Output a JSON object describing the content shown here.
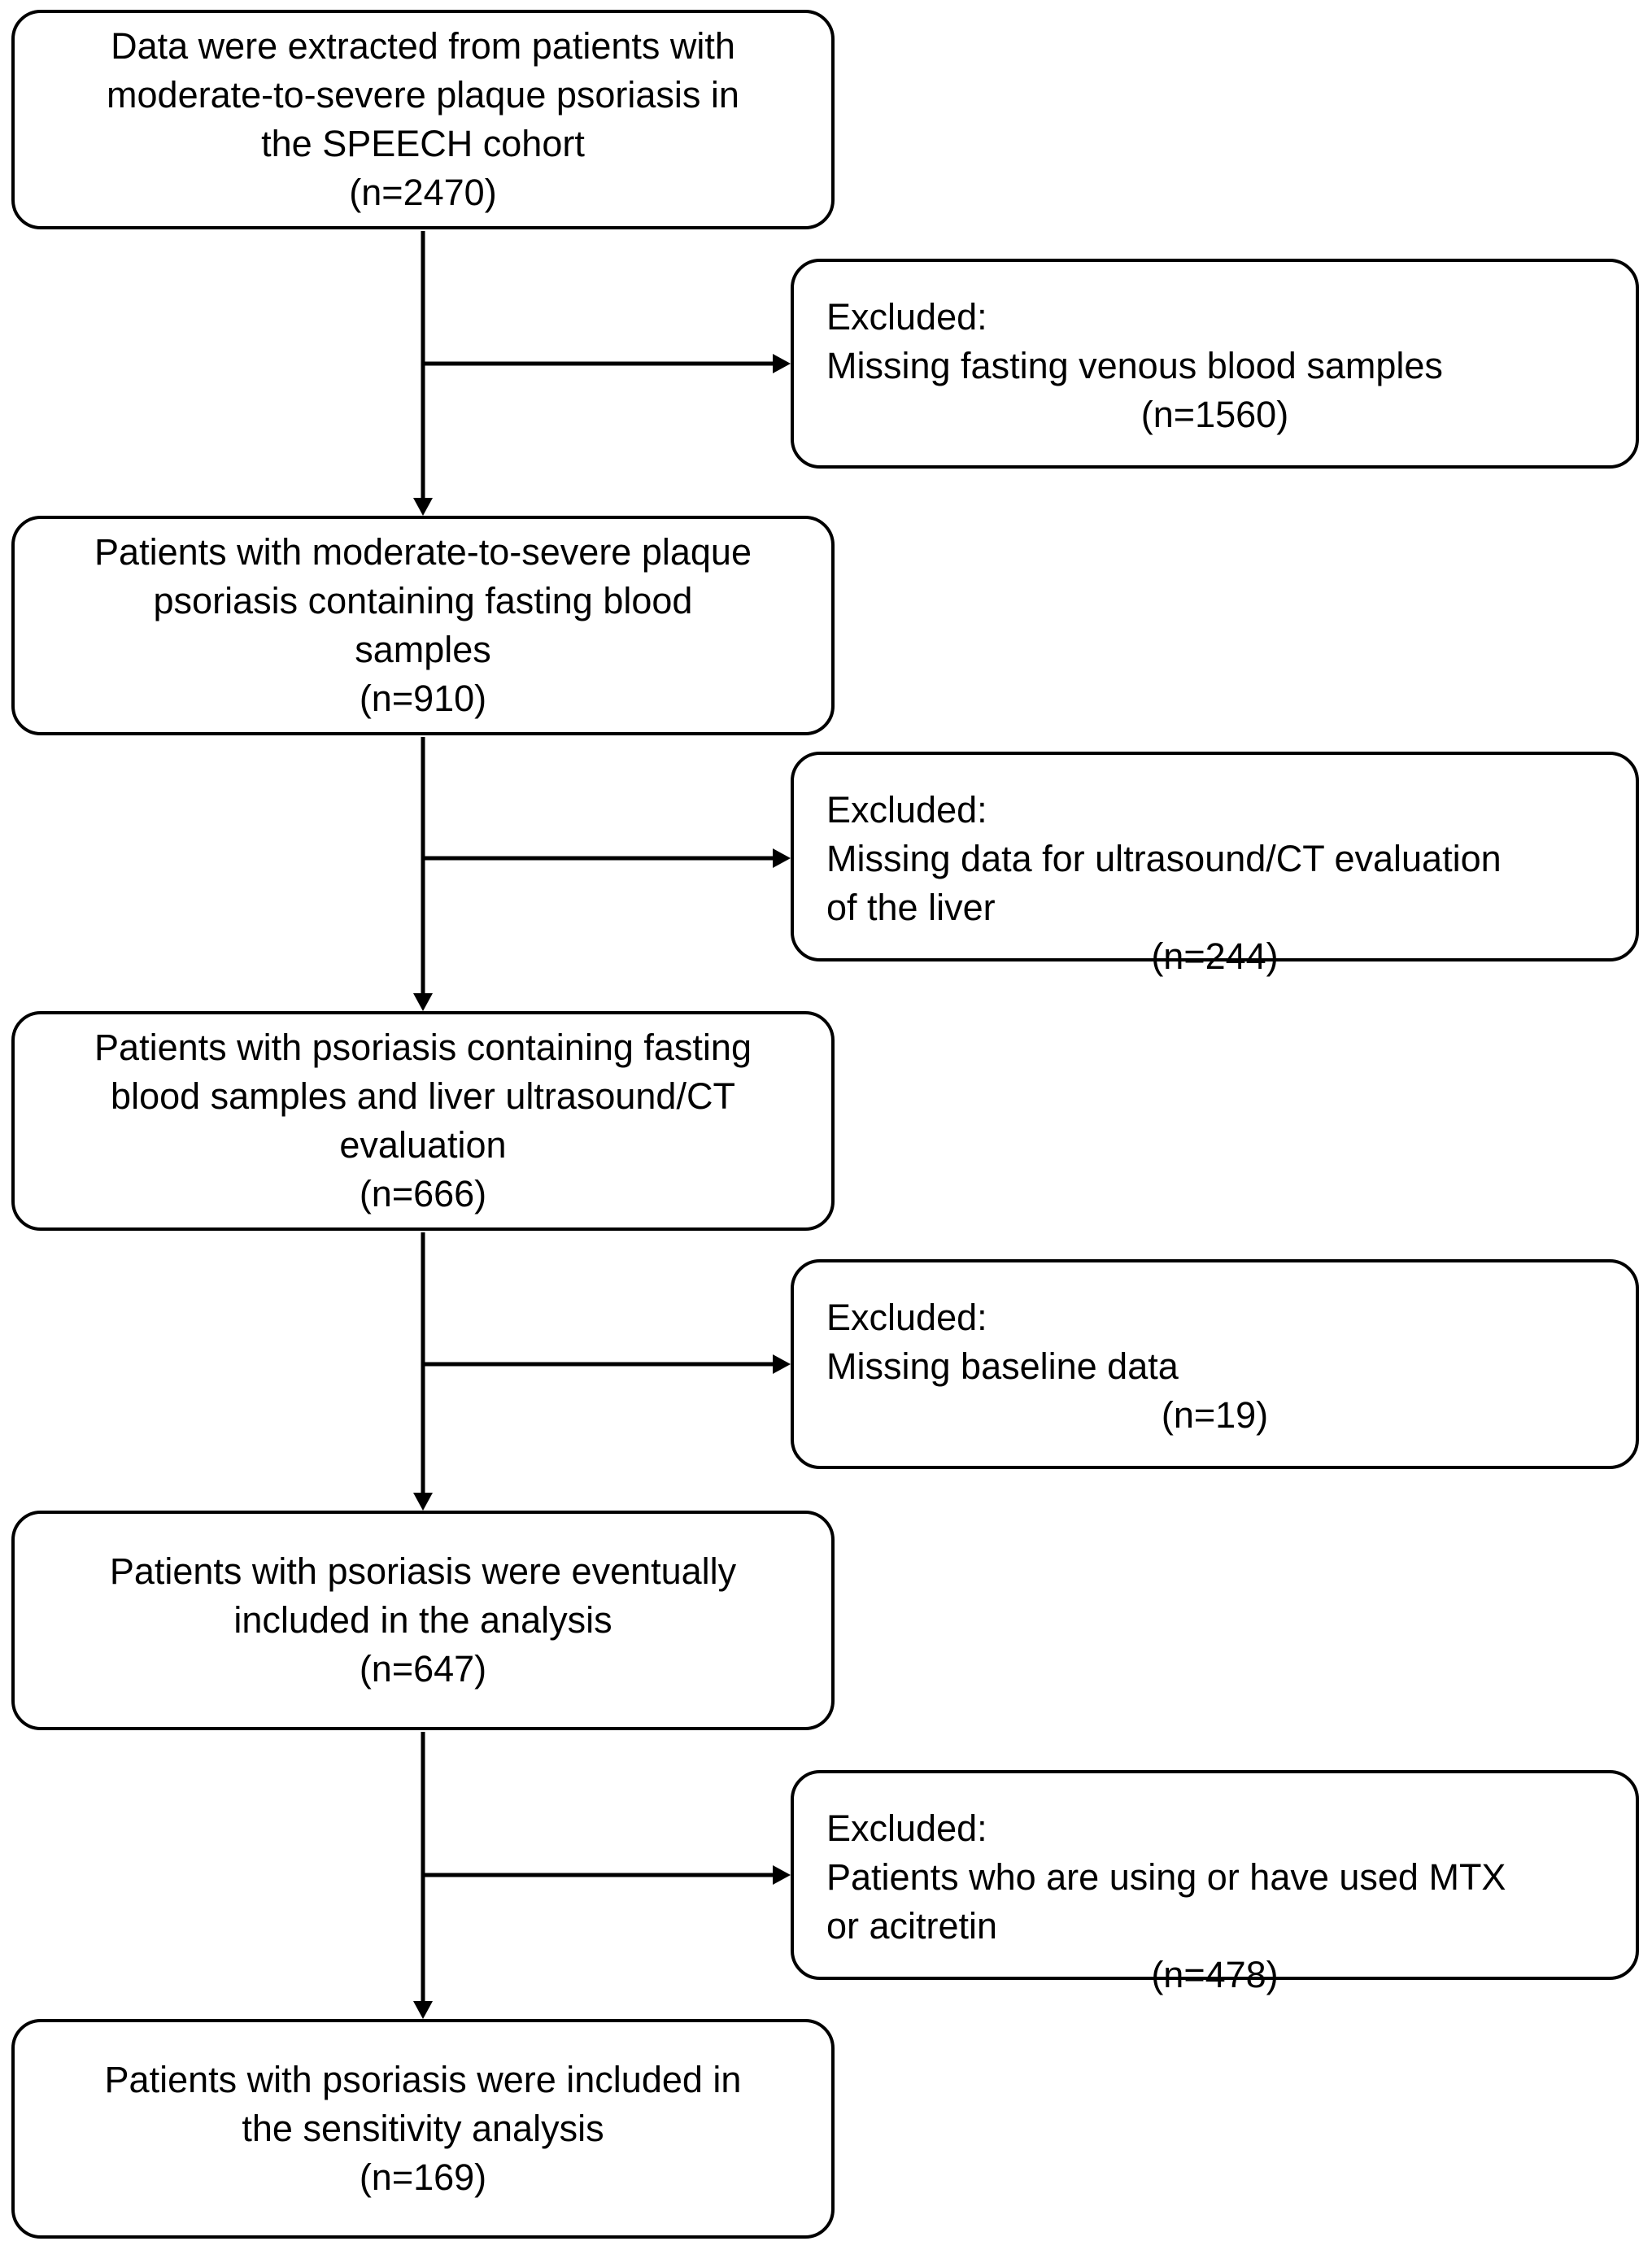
{
  "steps": [
    {
      "lines": [
        "Data were extracted from patients with",
        "moderate-to-severe plaque psoriasis in",
        "the SPEECH cohort"
      ],
      "count": "(n=2470)"
    },
    {
      "lines": [
        "Patients with moderate-to-severe plaque",
        "psoriasis containing fasting blood",
        "samples"
      ],
      "count": "(n=910)"
    },
    {
      "lines": [
        "Patients with psoriasis containing fasting",
        "blood samples and liver ultrasound/CT",
        "evaluation"
      ],
      "count": "(n=666)"
    },
    {
      "lines": [
        "Patients with psoriasis were eventually",
        "included in the analysis"
      ],
      "count": "(n=647)"
    },
    {
      "lines": [
        "Patients with psoriasis were included in",
        "the sensitivity analysis"
      ],
      "count": "(n=169)"
    }
  ],
  "exclusions": [
    {
      "heading": "Excluded:",
      "lines": [
        "Missing fasting venous blood samples"
      ],
      "count": "(n=1560)"
    },
    {
      "heading": "Excluded:",
      "lines": [
        "Missing data for ultrasound/CT evaluation",
        "of the liver"
      ],
      "count": "(n=244)"
    },
    {
      "heading": "Excluded:",
      "lines": [
        "Missing baseline data"
      ],
      "count": "(n=19)"
    },
    {
      "heading": "Excluded:",
      "lines": [
        "Patients who are using or have used MTX",
        "or acitretin"
      ],
      "count": "(n=478)"
    }
  ]
}
